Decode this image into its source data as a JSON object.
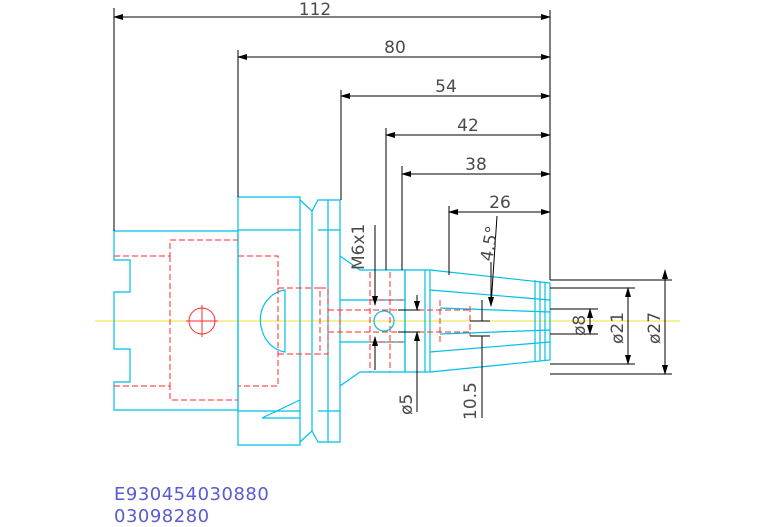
{
  "dimensions": {
    "len_112": "112",
    "len_80": "80",
    "len_54": "54",
    "len_42": "42",
    "len_38": "38",
    "len_26": "26",
    "angle": "4.5°",
    "thread": "M6x1",
    "dia_8": "ø8",
    "dia_21": "ø21",
    "dia_27": "ø27",
    "dia_5": "ø5",
    "len_10_5": "10.5"
  },
  "part_codes": {
    "line1": "E930454030880",
    "line2": "03098280"
  },
  "colors": {
    "outline": "#00bfe8",
    "hidden": "#ff2a2a",
    "centerline": "#e9e23a",
    "dimension": "#000000",
    "part_code": "#5a5ad2"
  }
}
